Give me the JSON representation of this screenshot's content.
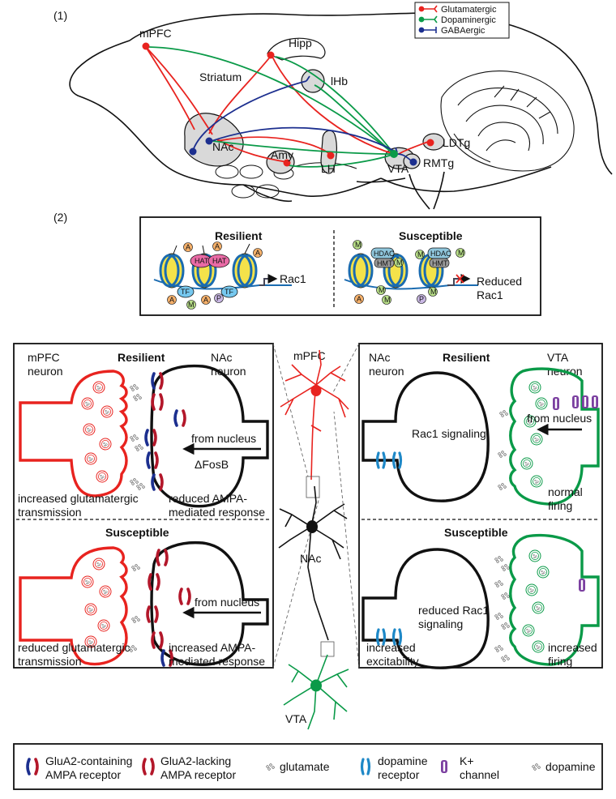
{
  "panel1": {
    "label": "(1)",
    "legend": {
      "glutamatergic": "Glutamatergic",
      "dopaminergic": "Dopaminergic",
      "gabaergic": "GABAergic"
    },
    "regions": {
      "mpfc": "mPFC",
      "hipp": "Hipp",
      "striatum": "Striatum",
      "lhb": "lHb",
      "nac": "NAc",
      "amy": "Amy",
      "lh": "LH",
      "vta": "VTA",
      "ldtg": "LDTg",
      "rmtg": "RMTg"
    }
  },
  "panel2": {
    "label": "(2)",
    "resilient_title": "Resilient",
    "susceptible_title": "Susceptible",
    "marks": {
      "a": "A",
      "m": "M",
      "p": "P",
      "tf": "TF",
      "hat": "HAT",
      "hdac": "HDAC",
      "hmt": "HMT"
    },
    "gene_resilient": "Rac1",
    "gene_susceptible_line1": "Reduced",
    "gene_susceptible_line2": "Rac1"
  },
  "panel3": {
    "left": {
      "pre_label_1": "mPFC",
      "pre_label_2": "neuron",
      "post_label_1": "NAc",
      "post_label_2": "neuron",
      "resilient_title": "Resilient",
      "susceptible_title": "Susceptible",
      "from_nucleus": "from nucleus",
      "fosb": "ΔFosB",
      "res_caption_left_1": "increased glutamatergic",
      "res_caption_left_2": "transmission",
      "res_caption_right_1": "reduced AMPA-",
      "res_caption_right_2": "mediated response",
      "sus_caption_left_1": "reduced glutamatergic",
      "sus_caption_left_2": "transmission",
      "sus_caption_right_1": "increased AMPA-",
      "sus_caption_right_2": "mediated response"
    },
    "center": {
      "mpfc": "mPFC",
      "nac": "NAc",
      "vta": "VTA"
    },
    "right": {
      "post_label_1": "NAc",
      "post_label_2": "neuron",
      "pre_label_1": "VTA",
      "pre_label_2": "neuron",
      "resilient_title": "Resilient",
      "susceptible_title": "Susceptible",
      "rac1_signaling": "Rac1 signaling",
      "from_nucleus": "from nucleus",
      "normal_firing_1": "normal",
      "normal_firing_2": "firing",
      "reduced_rac1_1": "reduced Rac1",
      "reduced_rac1_2": "signaling",
      "inc_excit_1": "increased",
      "inc_excit_2": "excitability",
      "inc_firing_1": "increased",
      "inc_firing_2": "firing"
    }
  },
  "legend_bottom": {
    "glua2_contain_1": "GluA2-containing",
    "glua2_contain_2": "AMPA receptor",
    "glua2_lack_1": "GluA2-lacking",
    "glua2_lack_2": "AMPA receptor",
    "glutamate": "glutamate",
    "dopamine_receptor_1": "dopamine",
    "dopamine_receptor_2": "receptor",
    "kchannel_1": "K+",
    "kchannel_2": "channel",
    "dopamine": "dopamine"
  },
  "colors": {
    "glut": "#e8231f",
    "dopa": "#0a9a48",
    "gaba": "#1c2f8f",
    "receptor_blue": "#1e88c7",
    "kchannel": "#7b3fa0"
  }
}
